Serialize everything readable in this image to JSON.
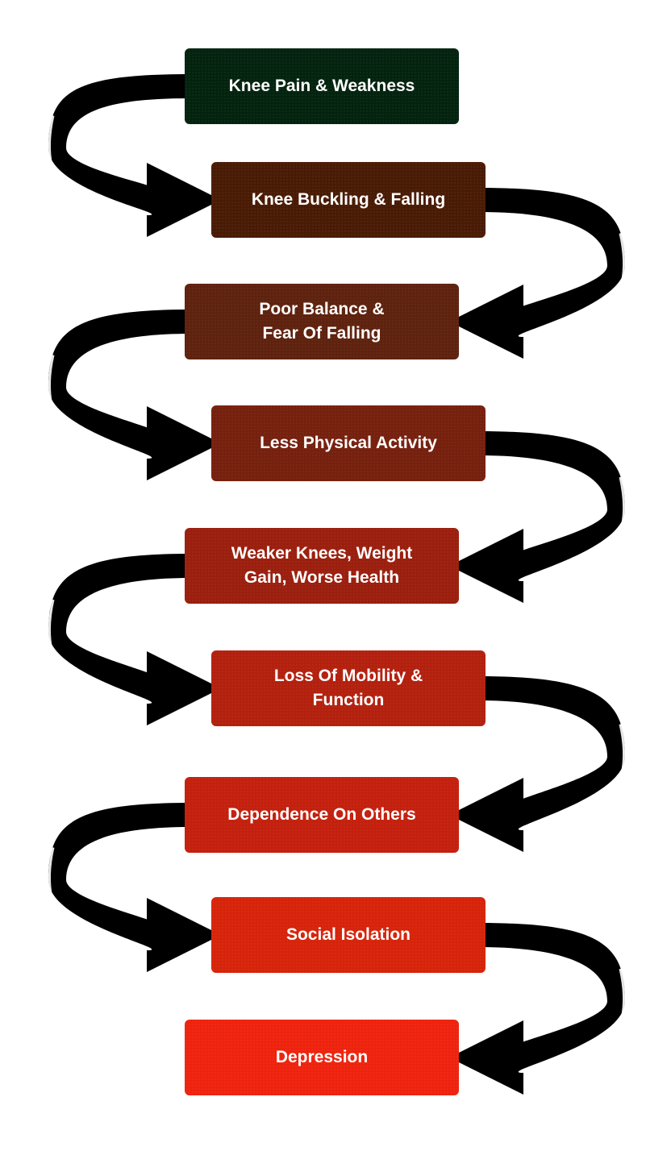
{
  "diagram": {
    "type": "causal-chain",
    "steps": [
      {
        "label": "Knee Pain & Weakness",
        "color": "#03230f"
      },
      {
        "label": "Knee Buckling & Falling",
        "color": "#491b04"
      },
      {
        "label": "Poor Balance &\nFear Of Falling",
        "color": "#5e220e"
      },
      {
        "label": "Less Physical Activity",
        "color": "#76200e"
      },
      {
        "label": "Weaker Knees, Weight\nGain, Worse Health",
        "color": "#9b1f0e"
      },
      {
        "label": "Loss Of Mobility &\nFunction",
        "color": "#b3200e"
      },
      {
        "label": "Dependence On Others",
        "color": "#c4200e"
      },
      {
        "label": "Social Isolation",
        "color": "#d6240a"
      },
      {
        "label": "Depression",
        "color": "#ee230e"
      }
    ],
    "connector_color": "#000000"
  }
}
